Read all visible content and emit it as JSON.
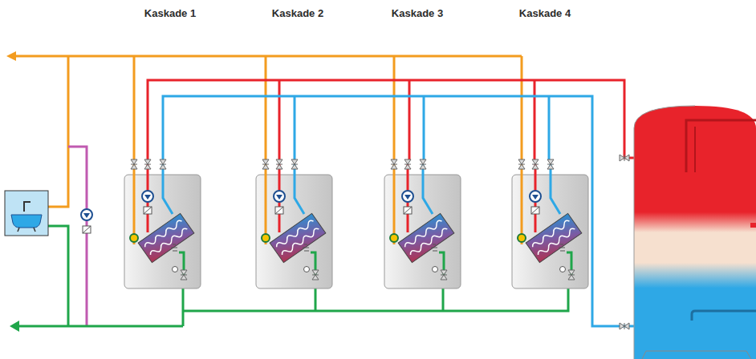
{
  "diagram": {
    "labels": [
      "Kaskade 1",
      "Kaskade 2",
      "Kaskade 3",
      "Kaskade 4"
    ]
  }
}
